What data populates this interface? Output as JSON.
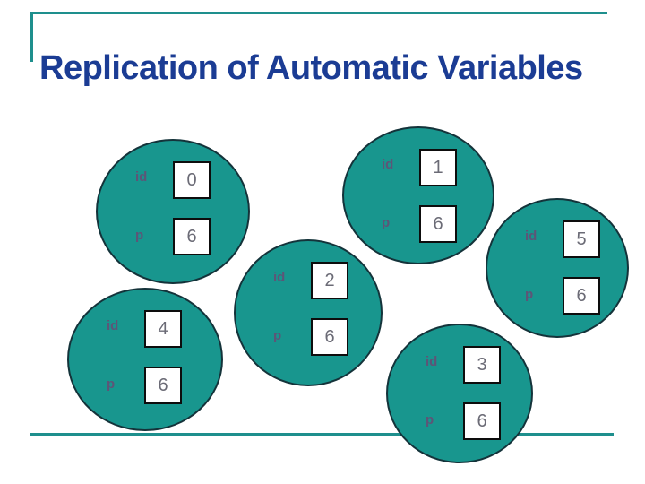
{
  "slide": {
    "title": "Replication of Automatic Variables",
    "colors": {
      "teal": "#18968E",
      "line": "#1E8F8D",
      "title": "#1B3C94",
      "label": "#5D5577",
      "number": "#6B6B76"
    }
  },
  "circles": [
    {
      "id_label": "id",
      "id_value": "0",
      "p_label": "p",
      "p_value": "6"
    },
    {
      "id_label": "id",
      "id_value": "1",
      "p_label": "p",
      "p_value": "6"
    },
    {
      "id_label": "id",
      "id_value": "5",
      "p_label": "p",
      "p_value": "6"
    },
    {
      "id_label": "id",
      "id_value": "2",
      "p_label": "p",
      "p_value": "6"
    },
    {
      "id_label": "id",
      "id_value": "4",
      "p_label": "p",
      "p_value": "6"
    },
    {
      "id_label": "id",
      "id_value": "3",
      "p_label": "p",
      "p_value": "6"
    }
  ]
}
